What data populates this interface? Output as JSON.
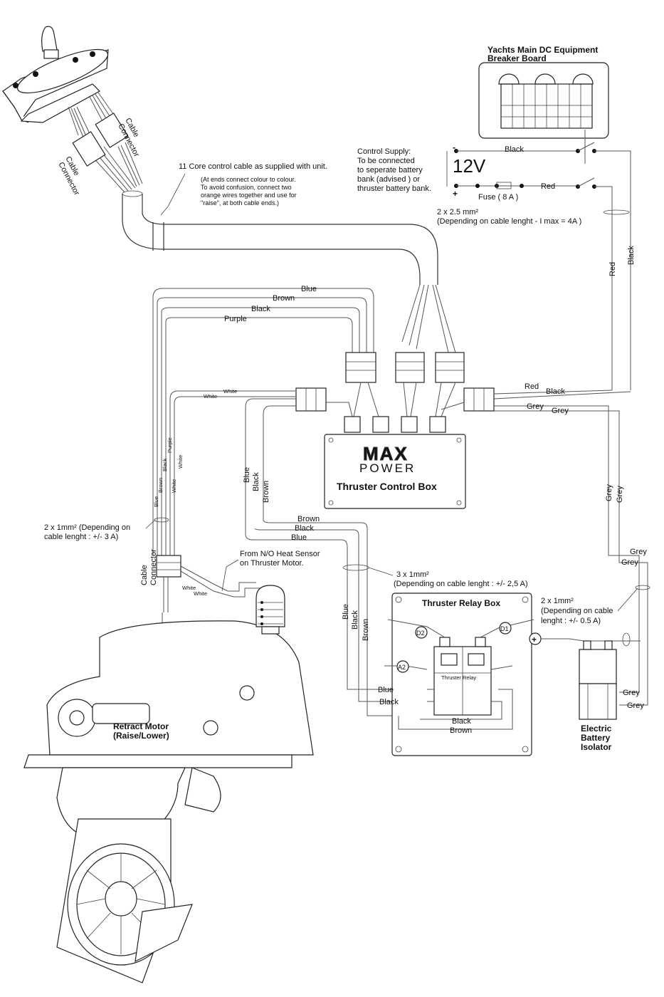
{
  "breaker_board": {
    "title_line1": "Yachts Main DC Equipment",
    "title_line2": "Breaker Board"
  },
  "control_supply": {
    "lines": [
      "Control Supply:",
      "To be connected",
      "to seperate battery",
      "bank (advised ) or",
      "thruster battery bank."
    ],
    "voltage": "12V",
    "minus": "-",
    "plus": "+",
    "fuse": "Fuse ( 8 A )",
    "cable_size": "2 x 2.5 mm²",
    "cable_note": "(Depending on cable lenght - I max = 4A )"
  },
  "control_cable": {
    "title": "11 Core control cable as supplied with unit.",
    "notes": [
      "(At ends connect colour to colour.",
      "To avoid confusion, connect two",
      "orange wires together and use for",
      "\"raise\", at both cable ends.)"
    ]
  },
  "connectors": {
    "cable": "Cable",
    "connector": "Connector"
  },
  "control_box": {
    "logo_top": "MAX",
    "logo_bottom": "POWER",
    "title": "Thruster Control Box"
  },
  "relay_box": {
    "title": "Thruster Relay Box",
    "d2": "D2",
    "d1": "D1",
    "a2": "A2",
    "relay_label": "Thruster  Relay",
    "plus": "+"
  },
  "isolator": {
    "line1": "Electric",
    "line2": "Battery",
    "line3": "Isolator"
  },
  "retract_motor": {
    "line1": "Retract Motor",
    "line2": "(Raise/Lower)"
  },
  "heat_sensor": {
    "line1": "From N/O Heat Sensor",
    "line2": "on Thruster Motor."
  },
  "cable_specs": {
    "retract": {
      "line1": "2 x 1mm² (Depending on",
      "line2": "cable lenght : +/- 3 A)"
    },
    "relay": {
      "line1": "3 x 1mm²",
      "line2": "(Depending on cable lenght : +/- 2,5 A)"
    },
    "isolator": {
      "line1": "2 x 1mm²",
      "line2": "(Depending on cable",
      "line3": "lenght : +/- 0.5 A)"
    }
  },
  "wires": {
    "blue": "Blue",
    "brown": "Brown",
    "black": "Black",
    "purple": "Purple",
    "white": "White",
    "red": "Red",
    "grey": "Grey"
  },
  "colors": {
    "line": "#555555",
    "outline": "#222222",
    "background": "#ffffff"
  }
}
